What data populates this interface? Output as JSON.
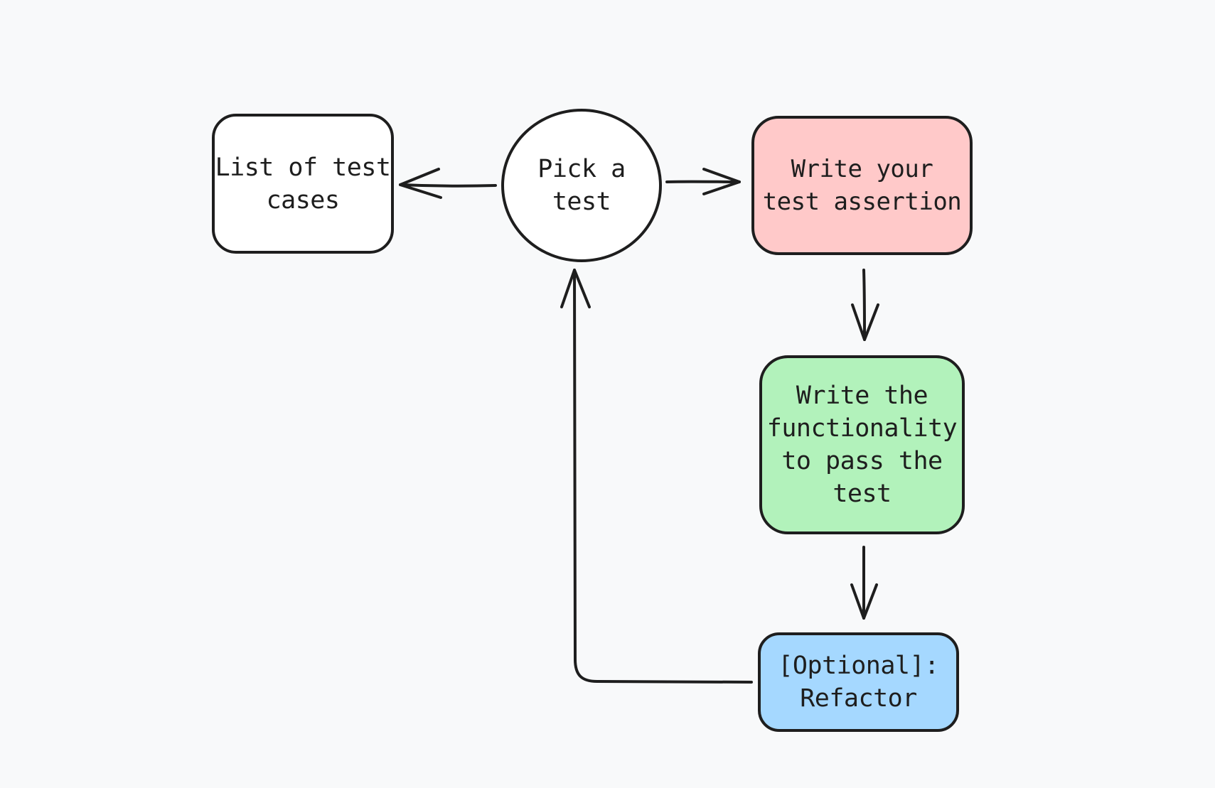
{
  "diagram": {
    "nodes": {
      "list_cases": {
        "label": "List of test cases",
        "shape": "rounded-rectangle",
        "fill": "#ffffff"
      },
      "pick_test": {
        "label": "Pick a test",
        "shape": "circle",
        "fill": "#ffffff"
      },
      "write_assertion": {
        "label": "Write your test assertion",
        "shape": "rounded-rectangle",
        "fill": "#ffc9c9"
      },
      "write_functionality": {
        "label": "Write the functionality to pass the test",
        "shape": "rounded-rectangle",
        "fill": "#b2f2bb"
      },
      "refactor": {
        "label": "[Optional]: Refactor",
        "shape": "rounded-rectangle",
        "fill": "#a5d8ff"
      }
    },
    "edges": [
      {
        "from": "pick_test",
        "to": "list_cases"
      },
      {
        "from": "pick_test",
        "to": "write_assertion"
      },
      {
        "from": "write_assertion",
        "to": "write_functionality"
      },
      {
        "from": "write_functionality",
        "to": "refactor"
      },
      {
        "from": "refactor",
        "to": "pick_test"
      }
    ],
    "colors": {
      "background": "#f8f9fa",
      "stroke": "#1e1e1e"
    }
  }
}
